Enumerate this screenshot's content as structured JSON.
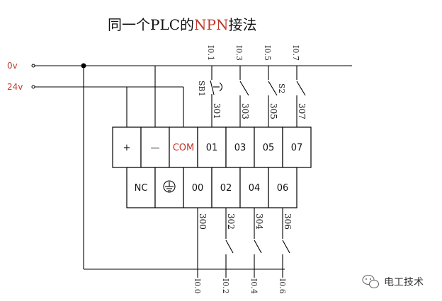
{
  "title": {
    "prefix": "同一个PLC的",
    "highlight": "NPN",
    "suffix": "接法",
    "highlight_color": "#c0392b"
  },
  "rails": {
    "zero_v": "0v",
    "plus_24v": "24v",
    "color": "#c0392b"
  },
  "top_row": {
    "terminals": [
      "+",
      "—",
      "COM",
      "01",
      "03",
      "05",
      "07"
    ],
    "com_color": "#c0392b"
  },
  "bottom_row": {
    "terminals": [
      "NC",
      "00",
      "02",
      "04",
      "06"
    ],
    "ground_icon": "ground-icon"
  },
  "top_inputs": {
    "addresses": [
      "I0.1",
      "I0.3",
      "I0.5",
      "I0.7"
    ],
    "wire_numbers": [
      "301",
      "303",
      "305",
      "307"
    ],
    "switch_labels": [
      "SB1",
      "S2"
    ]
  },
  "bottom_inputs": {
    "addresses": [
      "I0.0",
      "I0.2",
      "I0.4",
      "I0.6"
    ],
    "wire_numbers": [
      "300",
      "302",
      "304",
      "306"
    ]
  },
  "watermark": {
    "text": "电工技术",
    "icon": "wechat-icon"
  }
}
